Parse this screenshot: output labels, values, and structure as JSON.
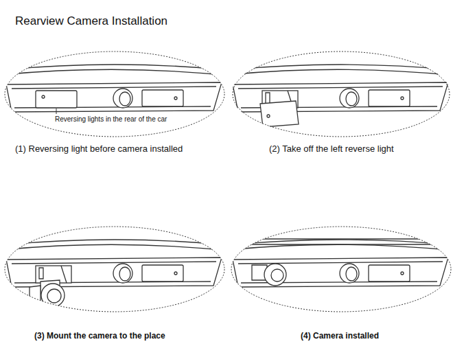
{
  "diagram": {
    "title": "Rearview Camera Installation",
    "labels": [
      "Reversing lights in the rear of the car",
      "(1) Reversing light before camera installed",
      "(2) Take off the left reverse light",
      "(3) Mount the camera to the place",
      "(4) Camera installed"
    ]
  }
}
